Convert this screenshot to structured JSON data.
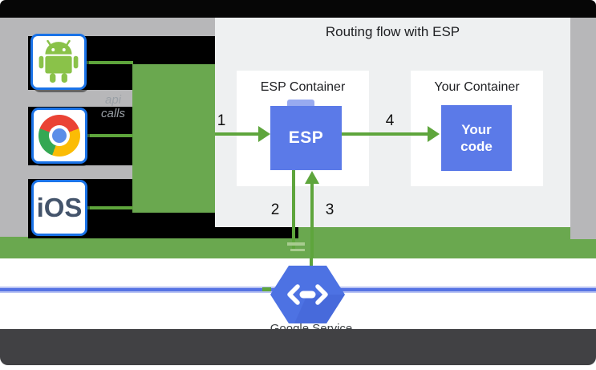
{
  "diagram": {
    "title": "Routing flow with ESP",
    "containers": [
      {
        "label": "ESP Container",
        "box": "ESP"
      },
      {
        "label": "Your Container",
        "box": "Your code"
      }
    ],
    "step_labels": [
      "1",
      "2",
      "3",
      "4"
    ],
    "clients": {
      "android_icon": "android-robot",
      "chrome_icon": "chrome-browser",
      "ios_label": "iOS",
      "api_calls_label": "api calls"
    },
    "footer": {
      "service_label": "Google Service"
    },
    "colors": {
      "flow_green": "#6aa84f",
      "arrow_green": "#5ea53c",
      "box_blue": "#5b7ae8",
      "service_line_blue": "#5673e4",
      "hexagon_blue": "#4d72e3",
      "panel_gray": "#eef0f1",
      "band_gray": "#b7b7b9",
      "footer_dark": "#414144"
    }
  }
}
